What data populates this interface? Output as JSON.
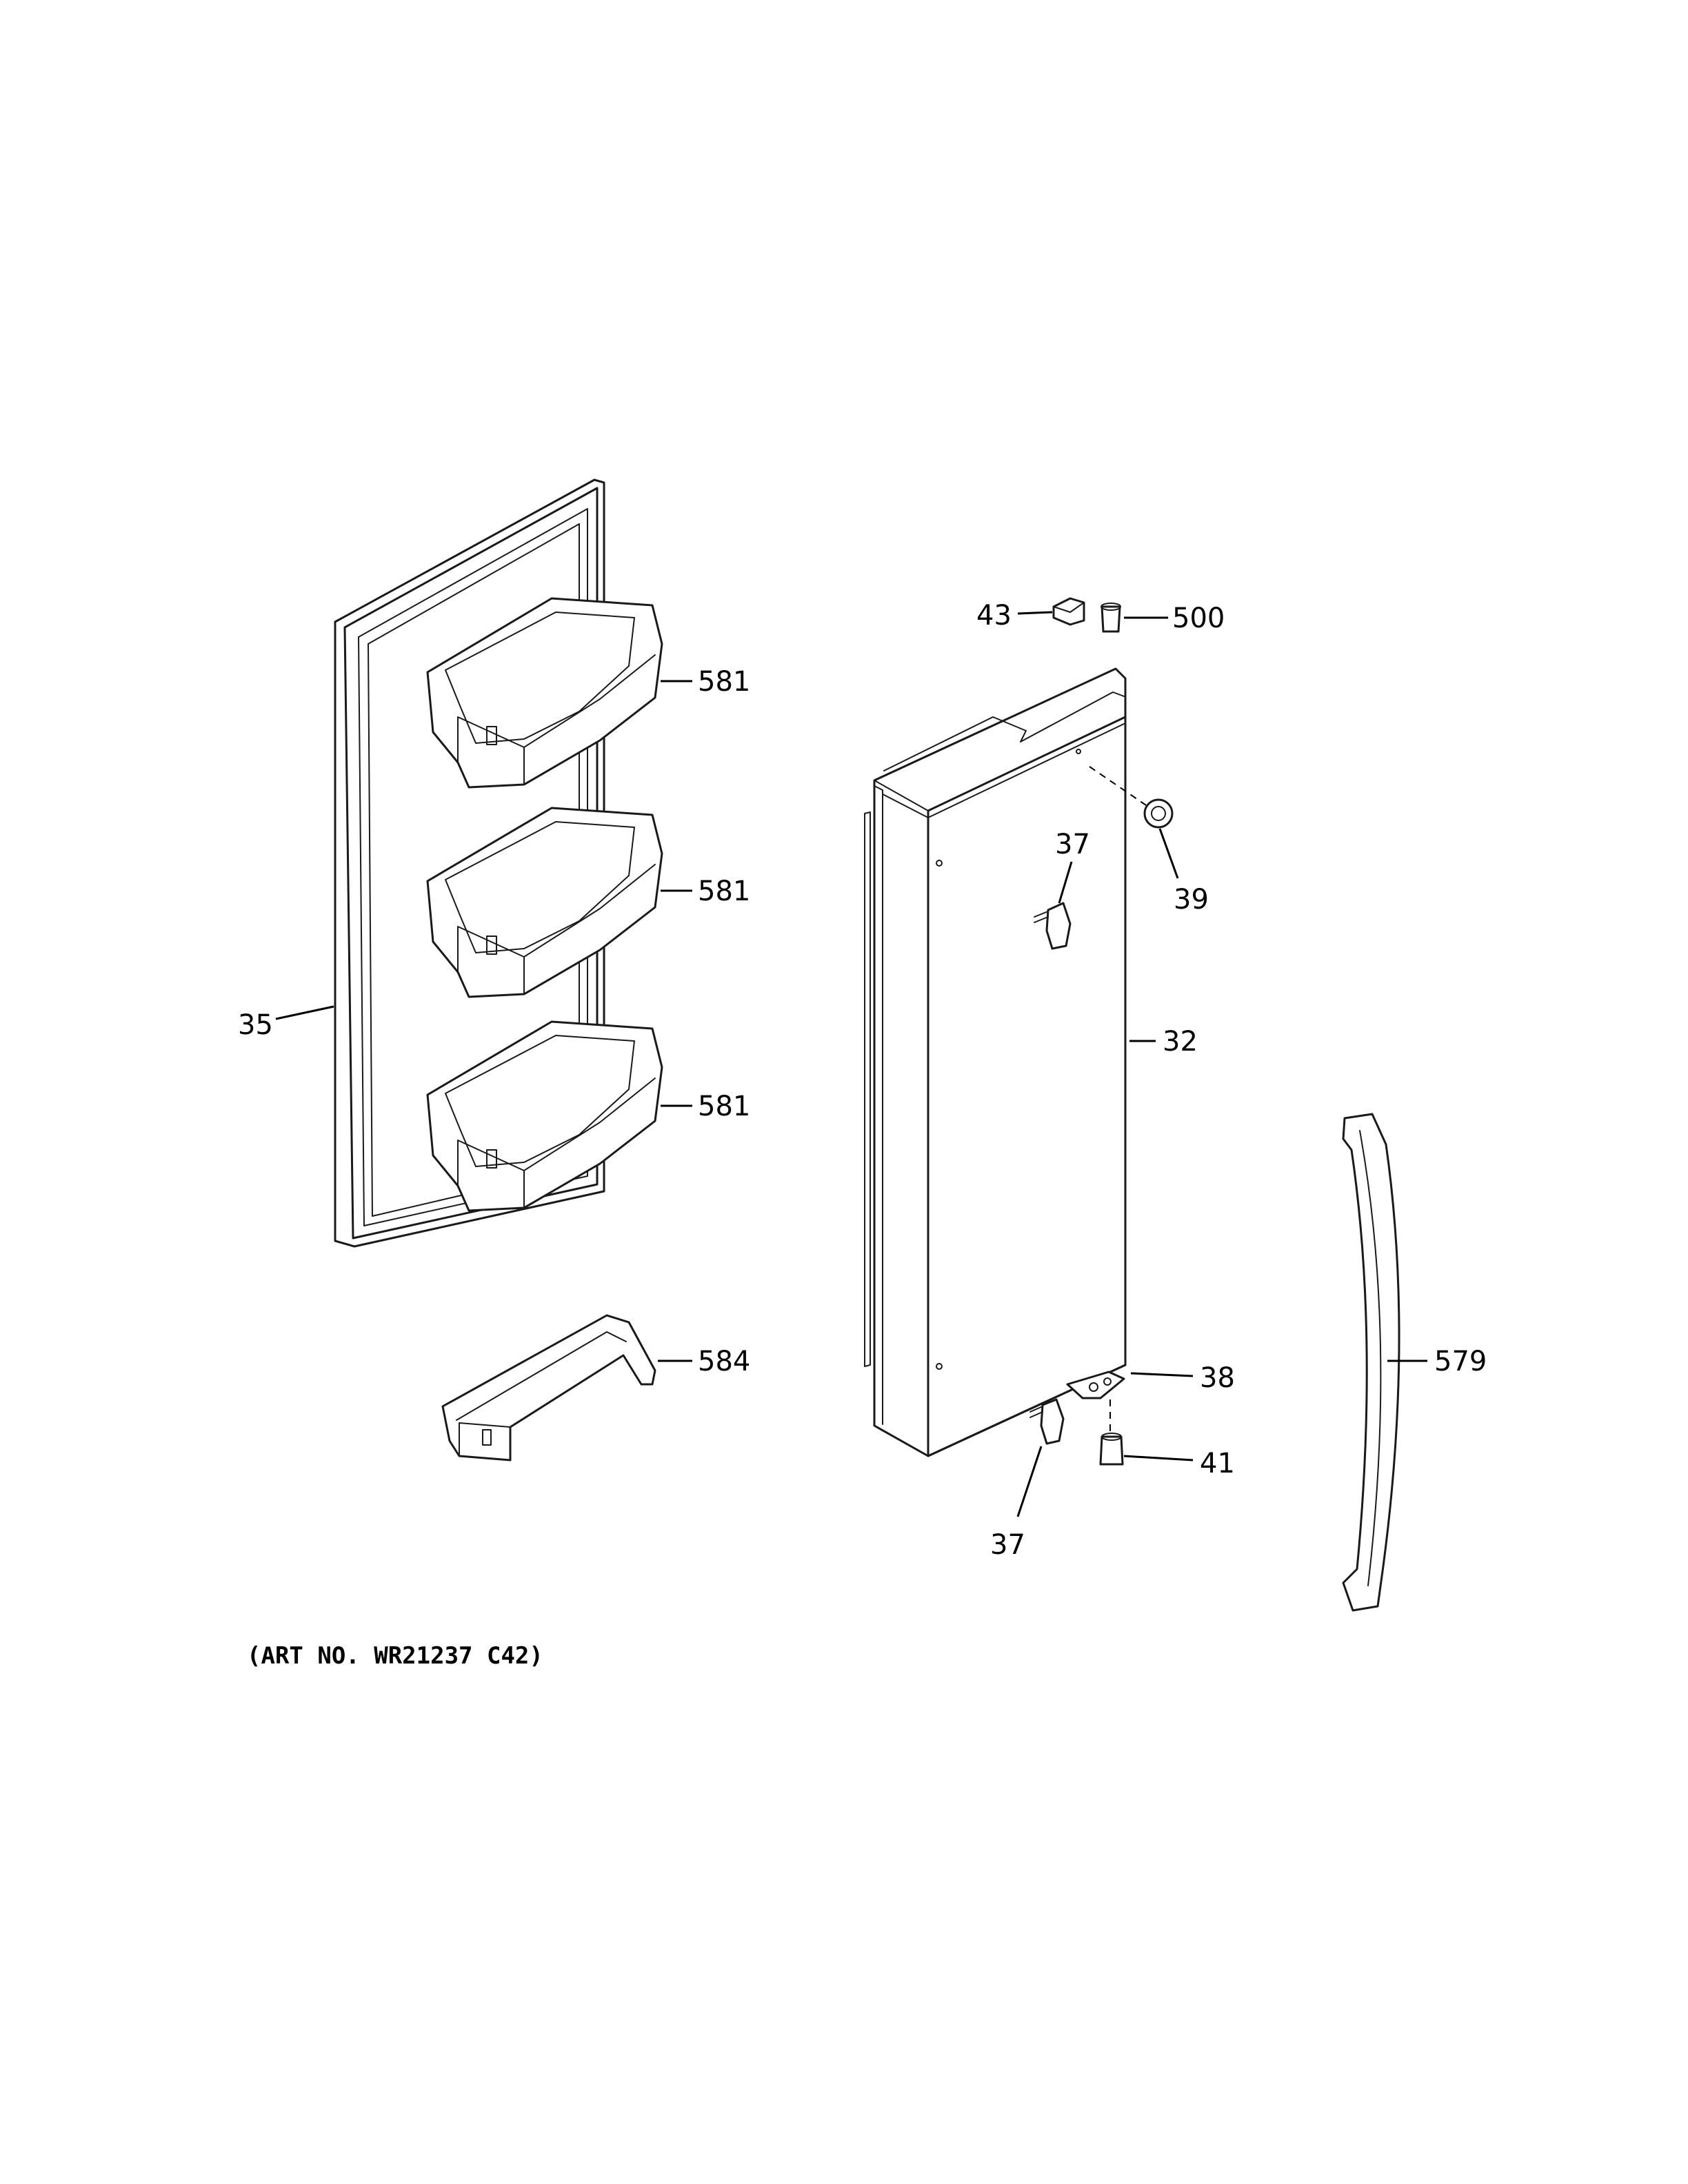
{
  "callouts": {
    "c35": "35",
    "c581a": "581",
    "c581b": "581",
    "c581c": "581",
    "c584": "584",
    "c43": "43",
    "c500": "500",
    "c37a": "37",
    "c39": "39",
    "c32": "32",
    "c579": "579",
    "c38": "38",
    "c41": "41",
    "c37b": "37"
  },
  "art_number": "(ART NO. WR21237 C42)"
}
